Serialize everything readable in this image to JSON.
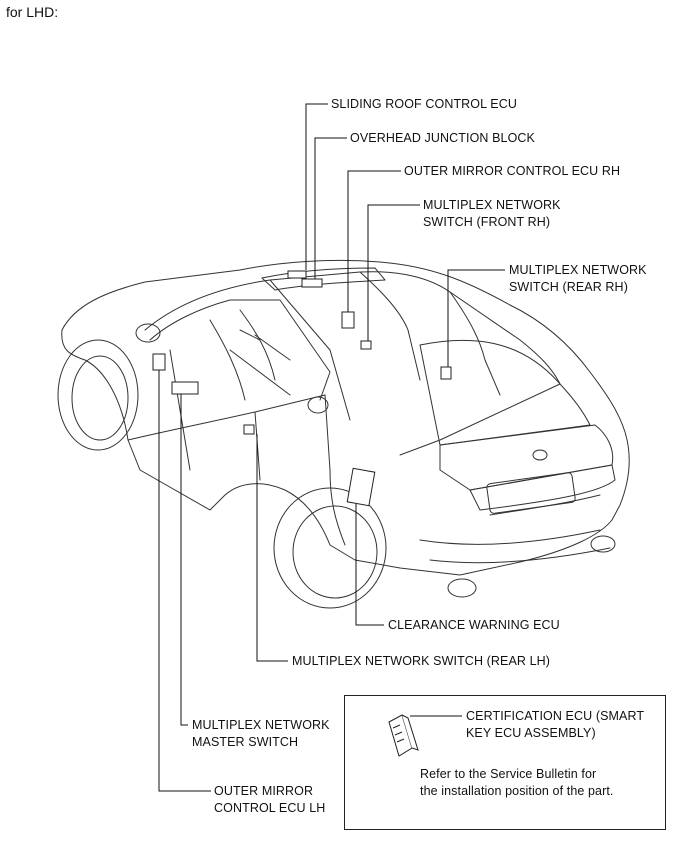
{
  "heading": "for LHD:",
  "callouts": {
    "sliding_roof_ecu": "SLIDING ROOF CONTROL ECU",
    "overhead_junction_block": "OVERHEAD JUNCTION BLOCK",
    "outer_mirror_ecu_rh": "OUTER MIRROR CONTROL ECU RH",
    "mpx_switch_front_rh_line1": "MULTIPLEX NETWORK",
    "mpx_switch_front_rh_line2": "SWITCH (FRONT RH)",
    "mpx_switch_rear_rh_line1": "MULTIPLEX NETWORK",
    "mpx_switch_rear_rh_line2": "SWITCH (REAR RH)",
    "clearance_warning_ecu": "CLEARANCE WARNING ECU",
    "mpx_switch_rear_lh": "MULTIPLEX NETWORK SWITCH (REAR LH)",
    "mpx_master_switch_line1": "MULTIPLEX NETWORK",
    "mpx_master_switch_line2": "MASTER SWITCH",
    "outer_mirror_ecu_lh_line1": "OUTER MIRROR",
    "outer_mirror_ecu_lh_line2": "CONTROL ECU LH"
  },
  "inset": {
    "certification_ecu_line1": "CERTIFICATION ECU (SMART",
    "certification_ecu_line2": "KEY ECU ASSEMBLY)",
    "note_line1": "Refer to the Service Bulletin for",
    "note_line2": "the installation position of the part."
  }
}
